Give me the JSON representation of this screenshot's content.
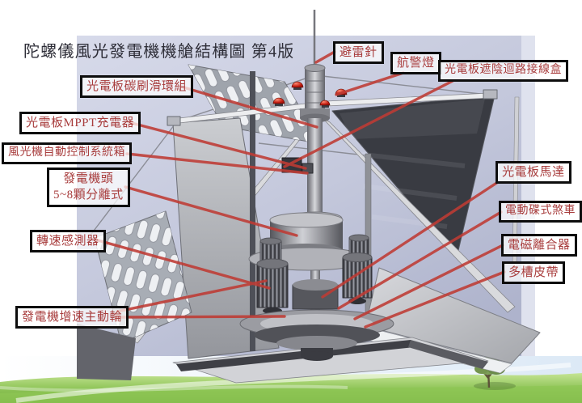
{
  "title": "陀螺儀風光發電機機艙結構圖 第4版",
  "labels": {
    "lightning_rod": "避雷針",
    "aviation_light": "航警燈",
    "shade_junction_box": "光電板遮陰迴路接線盒",
    "slip_ring": "光電板碳刷滑環組",
    "mppt_charger": "光電板MPPT充電器",
    "control_box": "風光機自動控制系統箱",
    "generator_head_1": "發電機頭",
    "generator_head_2": "5~8顆分離式",
    "speed_sensor": "轉速感測器",
    "drive_wheel": "發電機增速主動輪",
    "pv_motor": "光電板馬達",
    "disc_brake": "電動碟式煞車",
    "magnetic_clutch": "電磁離合器",
    "multi_groove_belt": "多槽皮帶"
  },
  "colors": {
    "label_text": "#a83d3d",
    "label_border": "#0d0d0d",
    "leader_line": "#bf3b34",
    "canvas_background": "#c6cade",
    "warning_light": "#c01a0e",
    "grass": "#8cc355"
  }
}
